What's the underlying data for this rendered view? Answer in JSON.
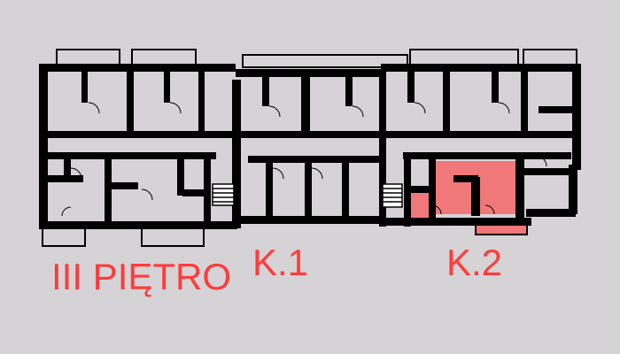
{
  "floor_label": "III PIĘTRO",
  "apartments": [
    {
      "label": "K.1",
      "highlighted": false
    },
    {
      "label": "K.2",
      "highlighted": true
    }
  ],
  "colors": {
    "background": "#d6d3d6",
    "wall": "#000000",
    "highlight": "#f07878",
    "text": "#ff3b3b"
  }
}
